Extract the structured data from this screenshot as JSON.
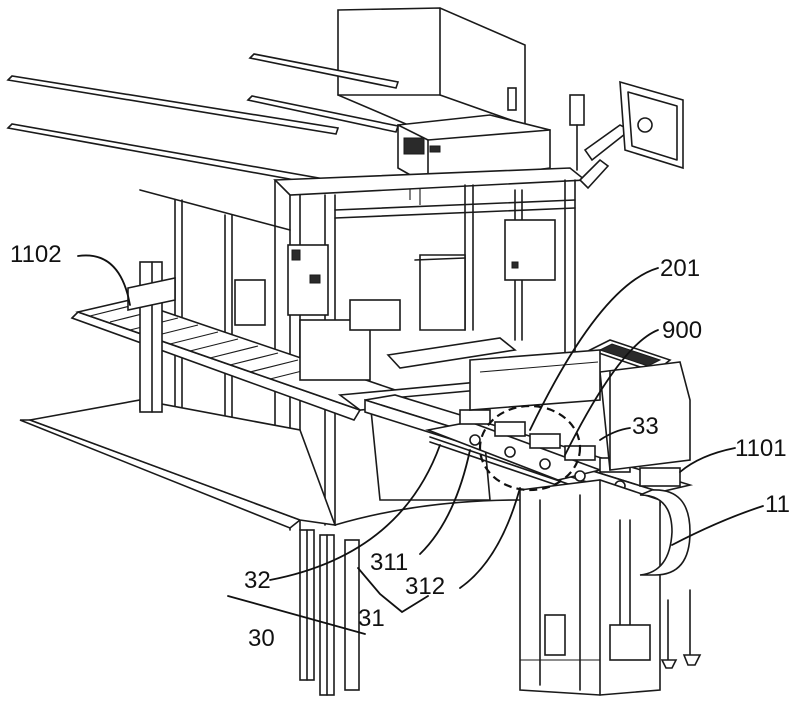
{
  "labels": {
    "l1102": "1102",
    "l201": "201",
    "l900": "900",
    "l33": "33",
    "l1101": "1101",
    "l11": "11",
    "l32": "32",
    "l311": "311",
    "l312": "312",
    "l31": "31",
    "l30": "30"
  }
}
